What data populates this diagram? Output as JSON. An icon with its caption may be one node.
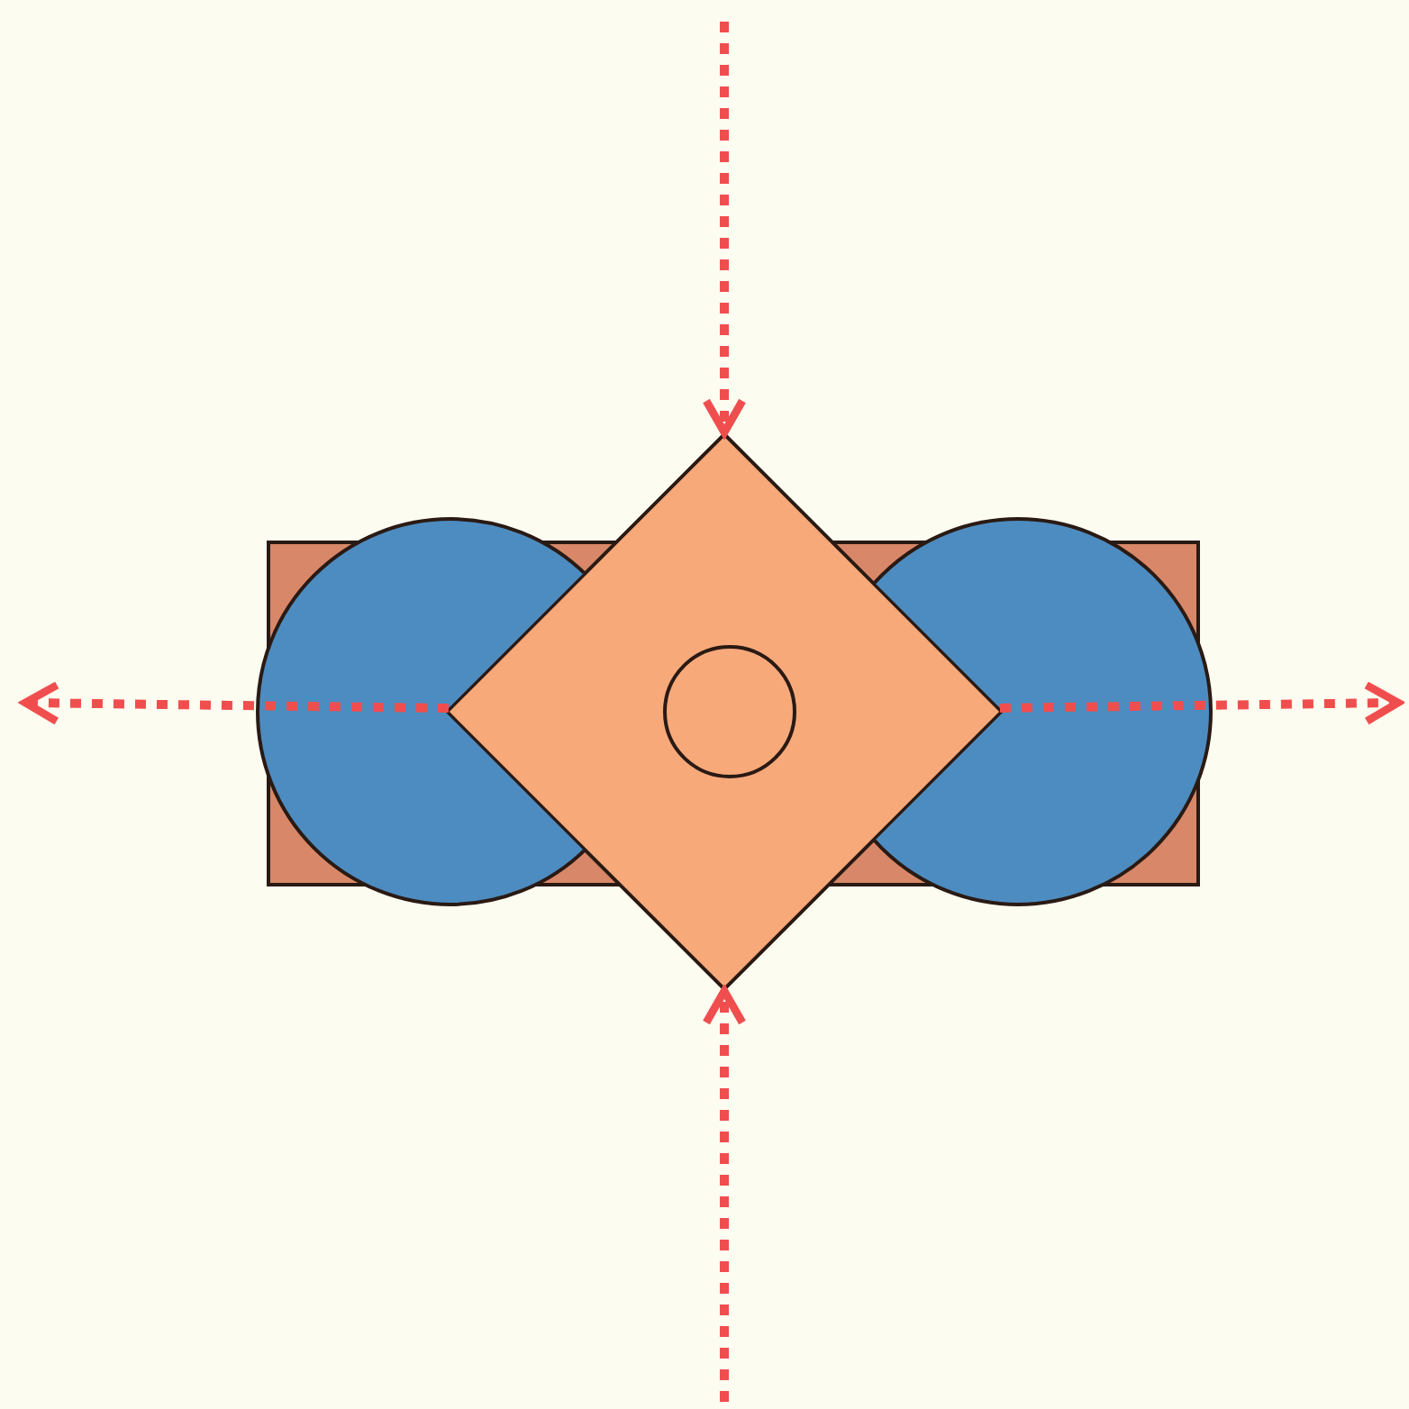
{
  "diagram": {
    "nodes": [
      {
        "text": [],
        "shape": "box"
      },
      {
        "text": [],
        "shape": "circle"
      },
      {
        "text": [],
        "shape": "circle"
      },
      {
        "text": [],
        "shape": "diamond"
      },
      {
        "text": [],
        "shape": "circle"
      }
    ],
    "edges": [
      {
        "from": null,
        "to": 3,
        "arrow": "to",
        "style": "dashed"
      },
      {
        "from": null,
        "to": 3,
        "arrow": "to",
        "style": "dashed"
      },
      {
        "from": 3,
        "to": null,
        "arrow": "to",
        "style": "dashed"
      },
      {
        "from": 3,
        "to": null,
        "arrow": "to",
        "style": "dashed"
      }
    ]
  }
}
